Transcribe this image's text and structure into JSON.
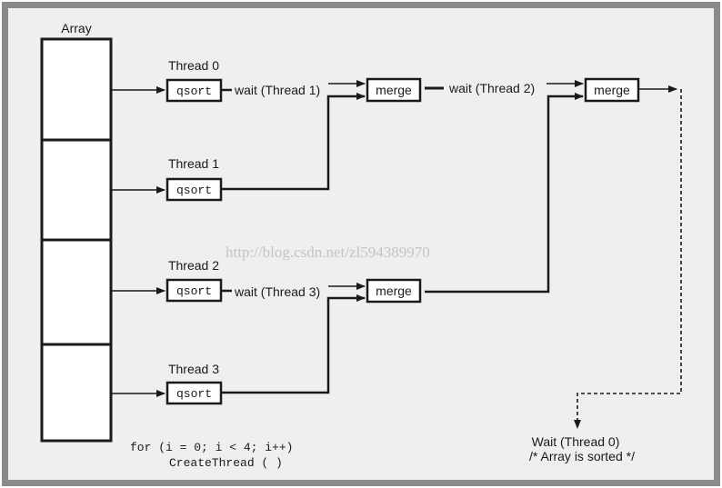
{
  "array": {
    "label": "Array",
    "segments": 4
  },
  "threads": [
    {
      "label": "Thread 0",
      "func": "qsort",
      "wait": "wait (Thread 1)"
    },
    {
      "label": "Thread 1",
      "func": "qsort"
    },
    {
      "label": "Thread 2",
      "func": "qsort",
      "wait": "wait (Thread 3)"
    },
    {
      "label": "Thread 3",
      "func": "qsort"
    }
  ],
  "merges": {
    "first": "merge",
    "second": "merge",
    "final": "merge",
    "wait_final": "wait (Thread 2)"
  },
  "code": {
    "line1": "for (i = 0; i < 4; i++)",
    "line2": "CreateThread ( )"
  },
  "result": {
    "line1": "Wait (Thread 0)",
    "line2": "/* Array is sorted */"
  },
  "watermark": "http://blog.csdn.net/zl594389970",
  "colors": {
    "frame_outer": "#8a8a8a",
    "background": "#efefef",
    "ink": "#1a1a1a",
    "box_fill": "#ffffff",
    "watermark": "#c4c4c4"
  }
}
